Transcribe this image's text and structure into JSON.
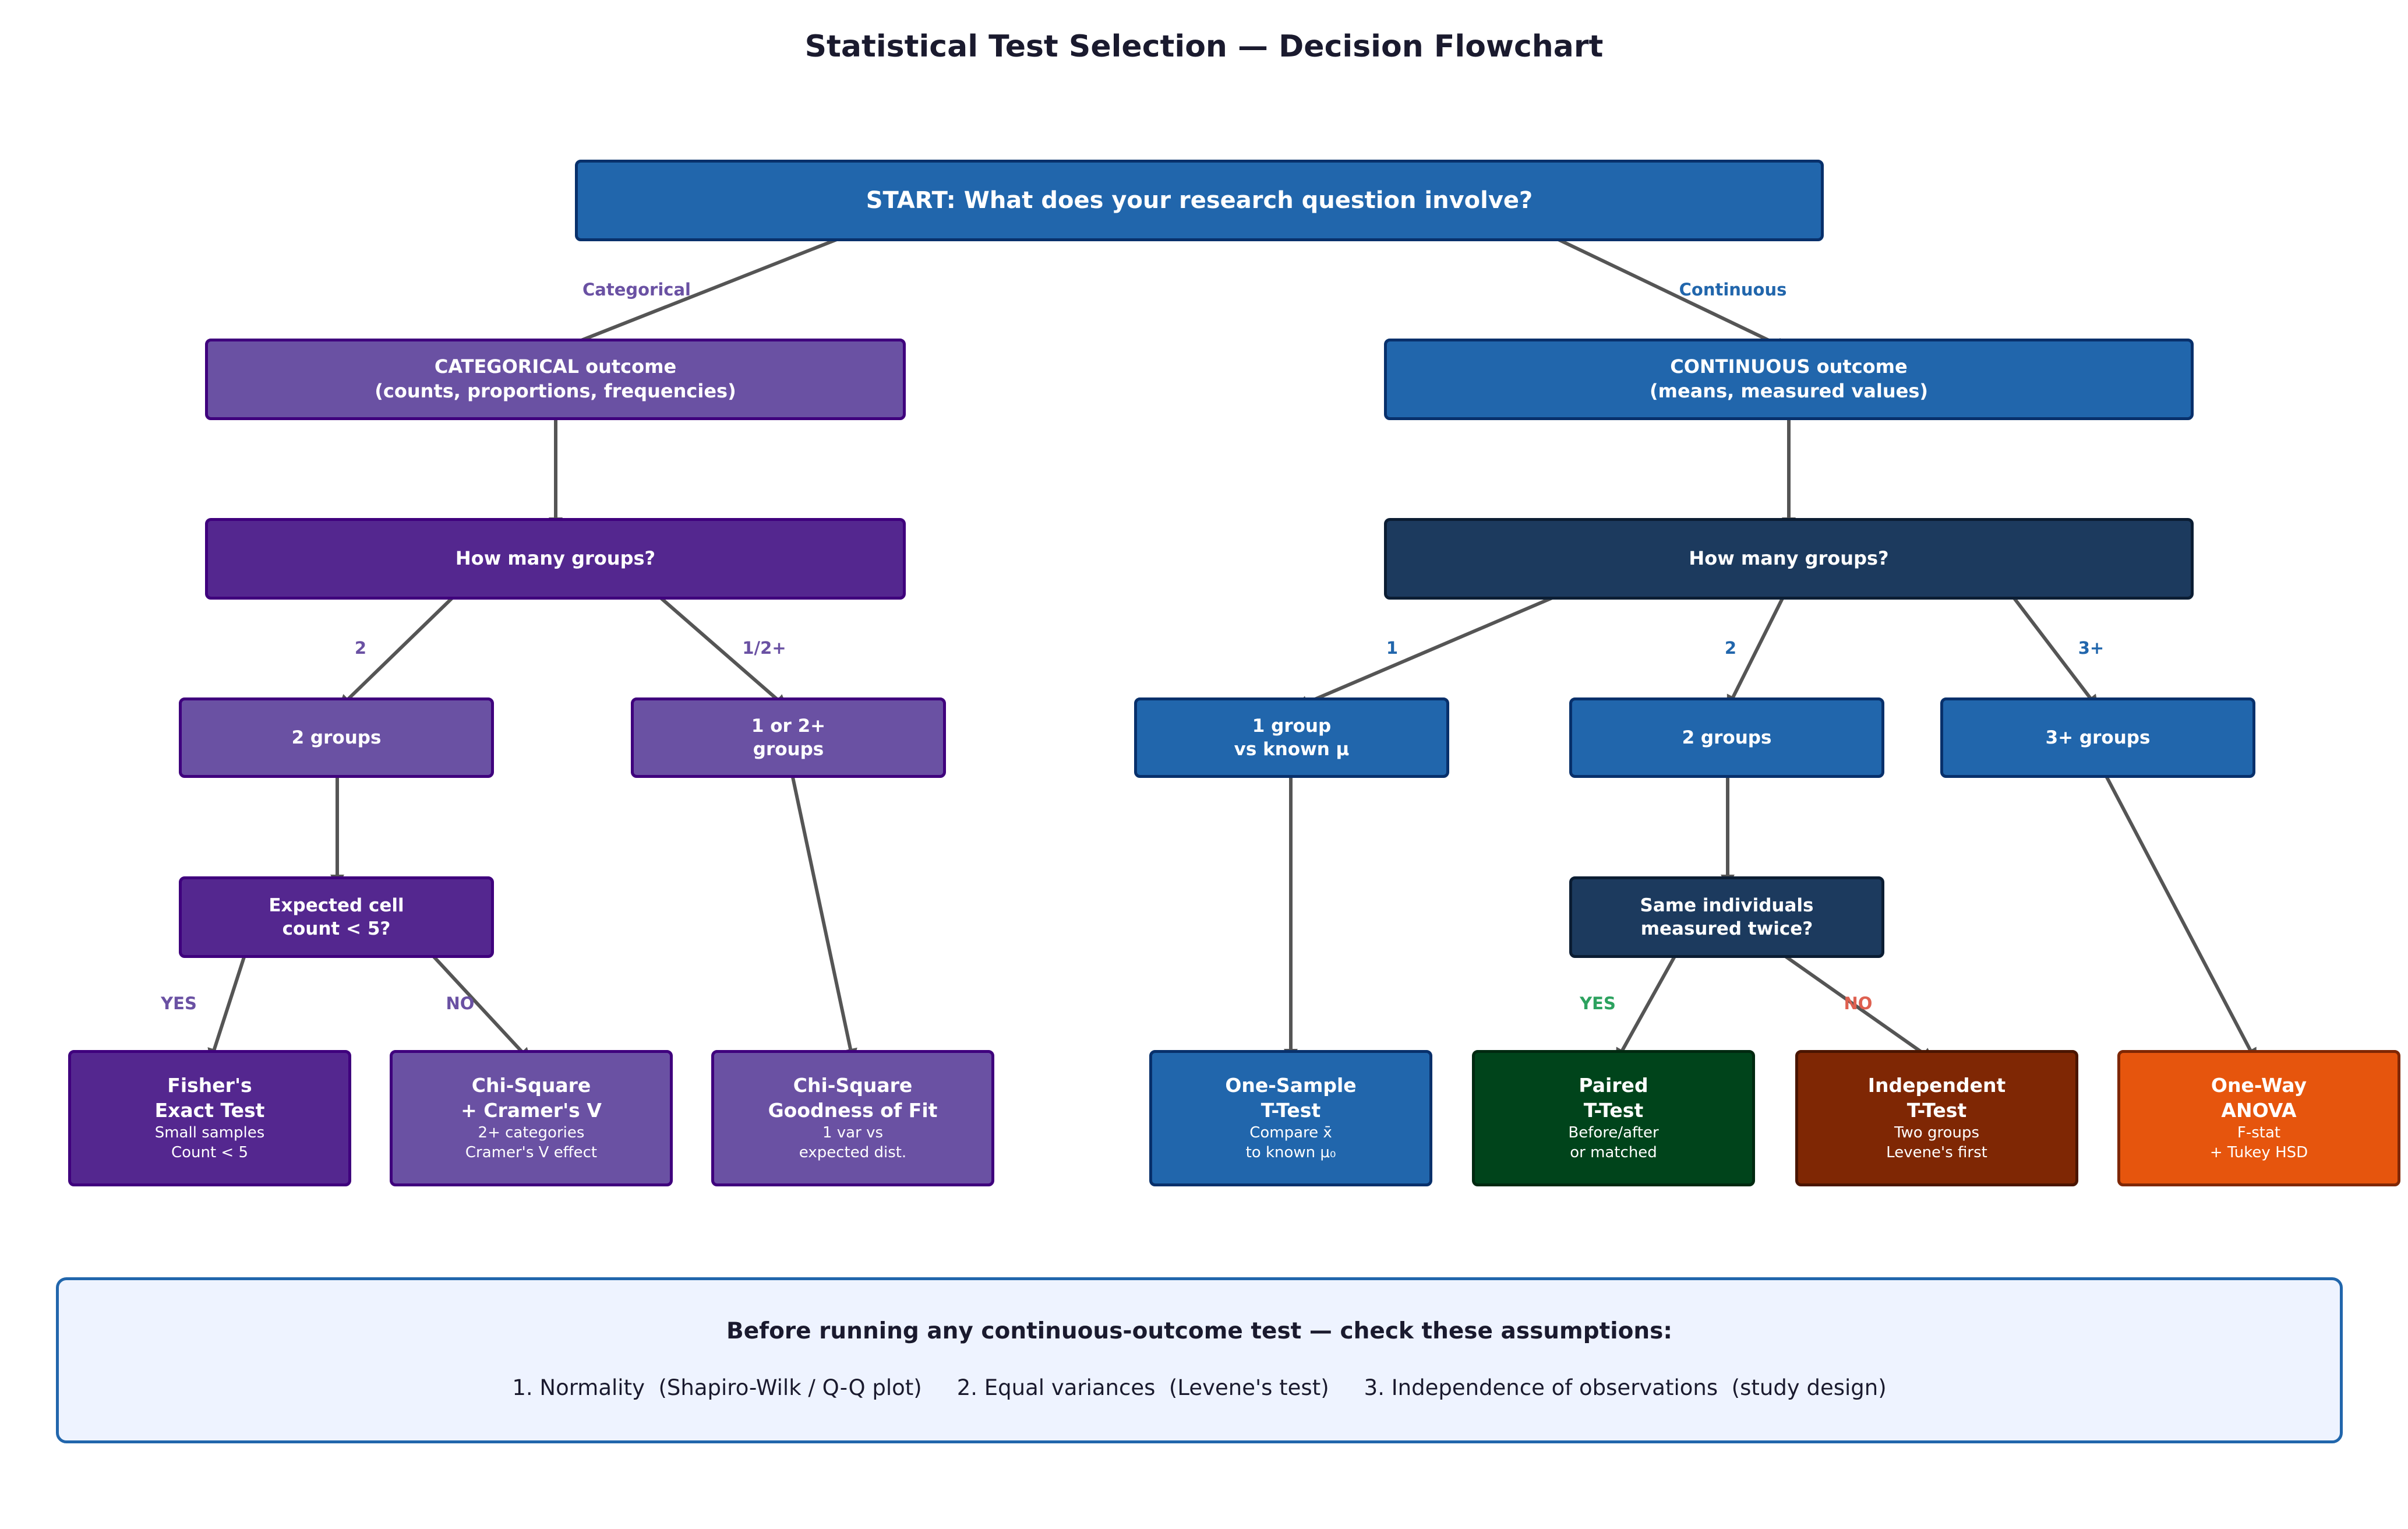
{
  "title": "Statistical Test Selection — Decision Flowchart",
  "colors": {
    "edge": "#555555",
    "cat_light_fill": "#6a51a3",
    "cat_light_border": "#3f007d",
    "cat_dark_fill": "#54278f",
    "cont_fill": "#2166ac",
    "cont_border": "#08306b",
    "cont_dark_fill": "#1c3a5e",
    "cont_dark_border": "#0b1d33",
    "paired_fill": "#00441b",
    "paired_border": "#002910",
    "indep_fill": "#7f2704",
    "indep_border": "#4a1500",
    "anova_fill": "#e6550d",
    "anova_border": "#7f2704",
    "label_cat": "#6a51a3",
    "label_cont": "#2166ac",
    "label_yes_green": "#2ca25f",
    "label_no_red": "#de6050",
    "assumptions_bg": "#eef3ff",
    "assumptions_border": "#2166ac"
  },
  "nodes": {
    "start": {
      "lines": [
        "START: What does your research question involve?"
      ]
    },
    "categorical": {
      "lines": [
        "CATEGORICAL outcome",
        "(counts, proportions, frequencies)"
      ]
    },
    "continuous": {
      "lines": [
        "CONTINUOUS outcome",
        "(means, measured values)"
      ]
    },
    "cat_groups_q": {
      "lines": [
        "How many groups?"
      ]
    },
    "cont_groups_q": {
      "lines": [
        "How many groups?"
      ]
    },
    "cat_2groups": {
      "lines": [
        "2 groups"
      ]
    },
    "cat_1or2groups": {
      "lines": [
        "1 or 2+",
        "groups"
      ]
    },
    "cont_1group": {
      "lines": [
        "1 group",
        "vs known μ"
      ]
    },
    "cont_2groups": {
      "lines": [
        "2 groups"
      ]
    },
    "cont_3groups": {
      "lines": [
        "3+ groups"
      ]
    },
    "expected_cell_q": {
      "lines": [
        "Expected cell",
        "count < 5?"
      ]
    },
    "same_individuals_q": {
      "lines": [
        "Same individuals",
        "measured twice?"
      ]
    },
    "fisher": {
      "lines": [
        "Fisher's",
        "Exact Test"
      ],
      "sub": [
        "Small samples",
        "Count < 5"
      ]
    },
    "chisq_cramer": {
      "lines": [
        "Chi-Square",
        "+ Cramer's V"
      ],
      "sub": [
        "2+ categories",
        "Cramer's V effect"
      ]
    },
    "chisq_gof": {
      "lines": [
        "Chi-Square",
        "Goodness of Fit"
      ],
      "sub": [
        "1 var vs",
        "expected dist."
      ]
    },
    "one_sample_t": {
      "lines": [
        "One-Sample",
        "T-Test"
      ],
      "sub": [
        "Compare x̄",
        "to known μ₀"
      ]
    },
    "paired_t": {
      "lines": [
        "Paired",
        "T-Test"
      ],
      "sub": [
        "Before/after",
        "or matched"
      ]
    },
    "independent_t": {
      "lines": [
        "Independent",
        "T-Test"
      ],
      "sub": [
        "Two groups",
        "Levene's first"
      ]
    },
    "anova": {
      "lines": [
        "One-Way",
        "ANOVA"
      ],
      "sub": [
        "F-stat",
        "+ Tukey HSD"
      ]
    }
  },
  "edge_labels": {
    "categorical": "Categorical",
    "continuous": "Continuous",
    "cat_two": "2",
    "cat_one_or_more": "1/2+",
    "cont_one": "1",
    "cont_two": "2",
    "cont_three": "3+",
    "cat_yes": "YES",
    "cat_no": "NO",
    "cont_yes": "YES",
    "cont_no": "NO"
  },
  "assumptions": {
    "title": "Before running any continuous-outcome test — check these assumptions:",
    "items": [
      "1. Normality  (Shapiro-Wilk / Q-Q plot)",
      "2. Equal variances  (Levene's test)",
      "3. Independence of observations  (study design)"
    ]
  }
}
